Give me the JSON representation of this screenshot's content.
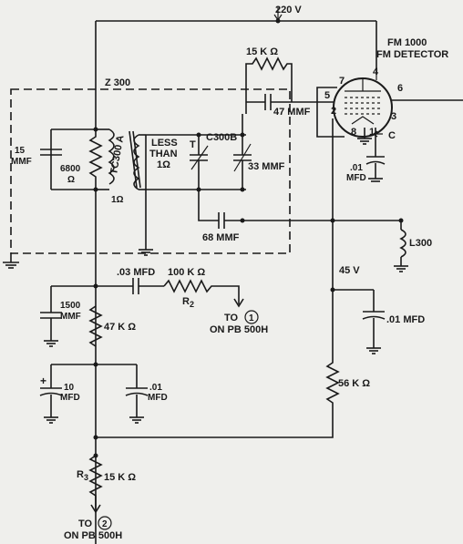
{
  "supply": {
    "label": "220 V"
  },
  "tube": {
    "line1": "FM 1000",
    "line2": "FM DETECTOR",
    "pins": [
      "7",
      "4",
      "5",
      "6",
      "2",
      "8",
      "3",
      "1"
    ],
    "cathode": "C"
  },
  "shield": {
    "label": "Z 300"
  },
  "components": {
    "r_15k_top": "15 K Ω",
    "c_47": "47 MMF",
    "c_15": [
      "15",
      "MMF"
    ],
    "c_6800": [
      "6800",
      "Ω"
    ],
    "tc300": "TC300 A",
    "one_ohm": "1Ω",
    "less_than": [
      "LESS",
      "THAN",
      "1Ω"
    ],
    "t": "T",
    "c300b": "C300B",
    "c_33": "33 MMF",
    "c_68": "68 MMF",
    "c_01_tube": [
      ".01",
      "MFD"
    ],
    "l300": "L300",
    "v45": "45 V",
    "c_03": ".03 MFD",
    "r_100k": "100 K Ω",
    "r2": "R",
    "r2_sub": "2",
    "to1": "TO",
    "to1_num": "1",
    "to1_line2": "ON PB 500H",
    "c_1500": [
      "1500",
      "MMF"
    ],
    "r_47k": "47 K Ω",
    "c_01_right": ".01 MFD",
    "c_10": [
      "10",
      "MFD"
    ],
    "plus": "+",
    "c_01_mid": [
      ".01",
      "MFD"
    ],
    "r_56k": "56 K Ω",
    "r3": "R",
    "r3_sub": "3",
    "r_15k_bottom": "15 K Ω",
    "to2": "TO",
    "to2_num": "2",
    "to2_line2": "ON PB 500H"
  }
}
